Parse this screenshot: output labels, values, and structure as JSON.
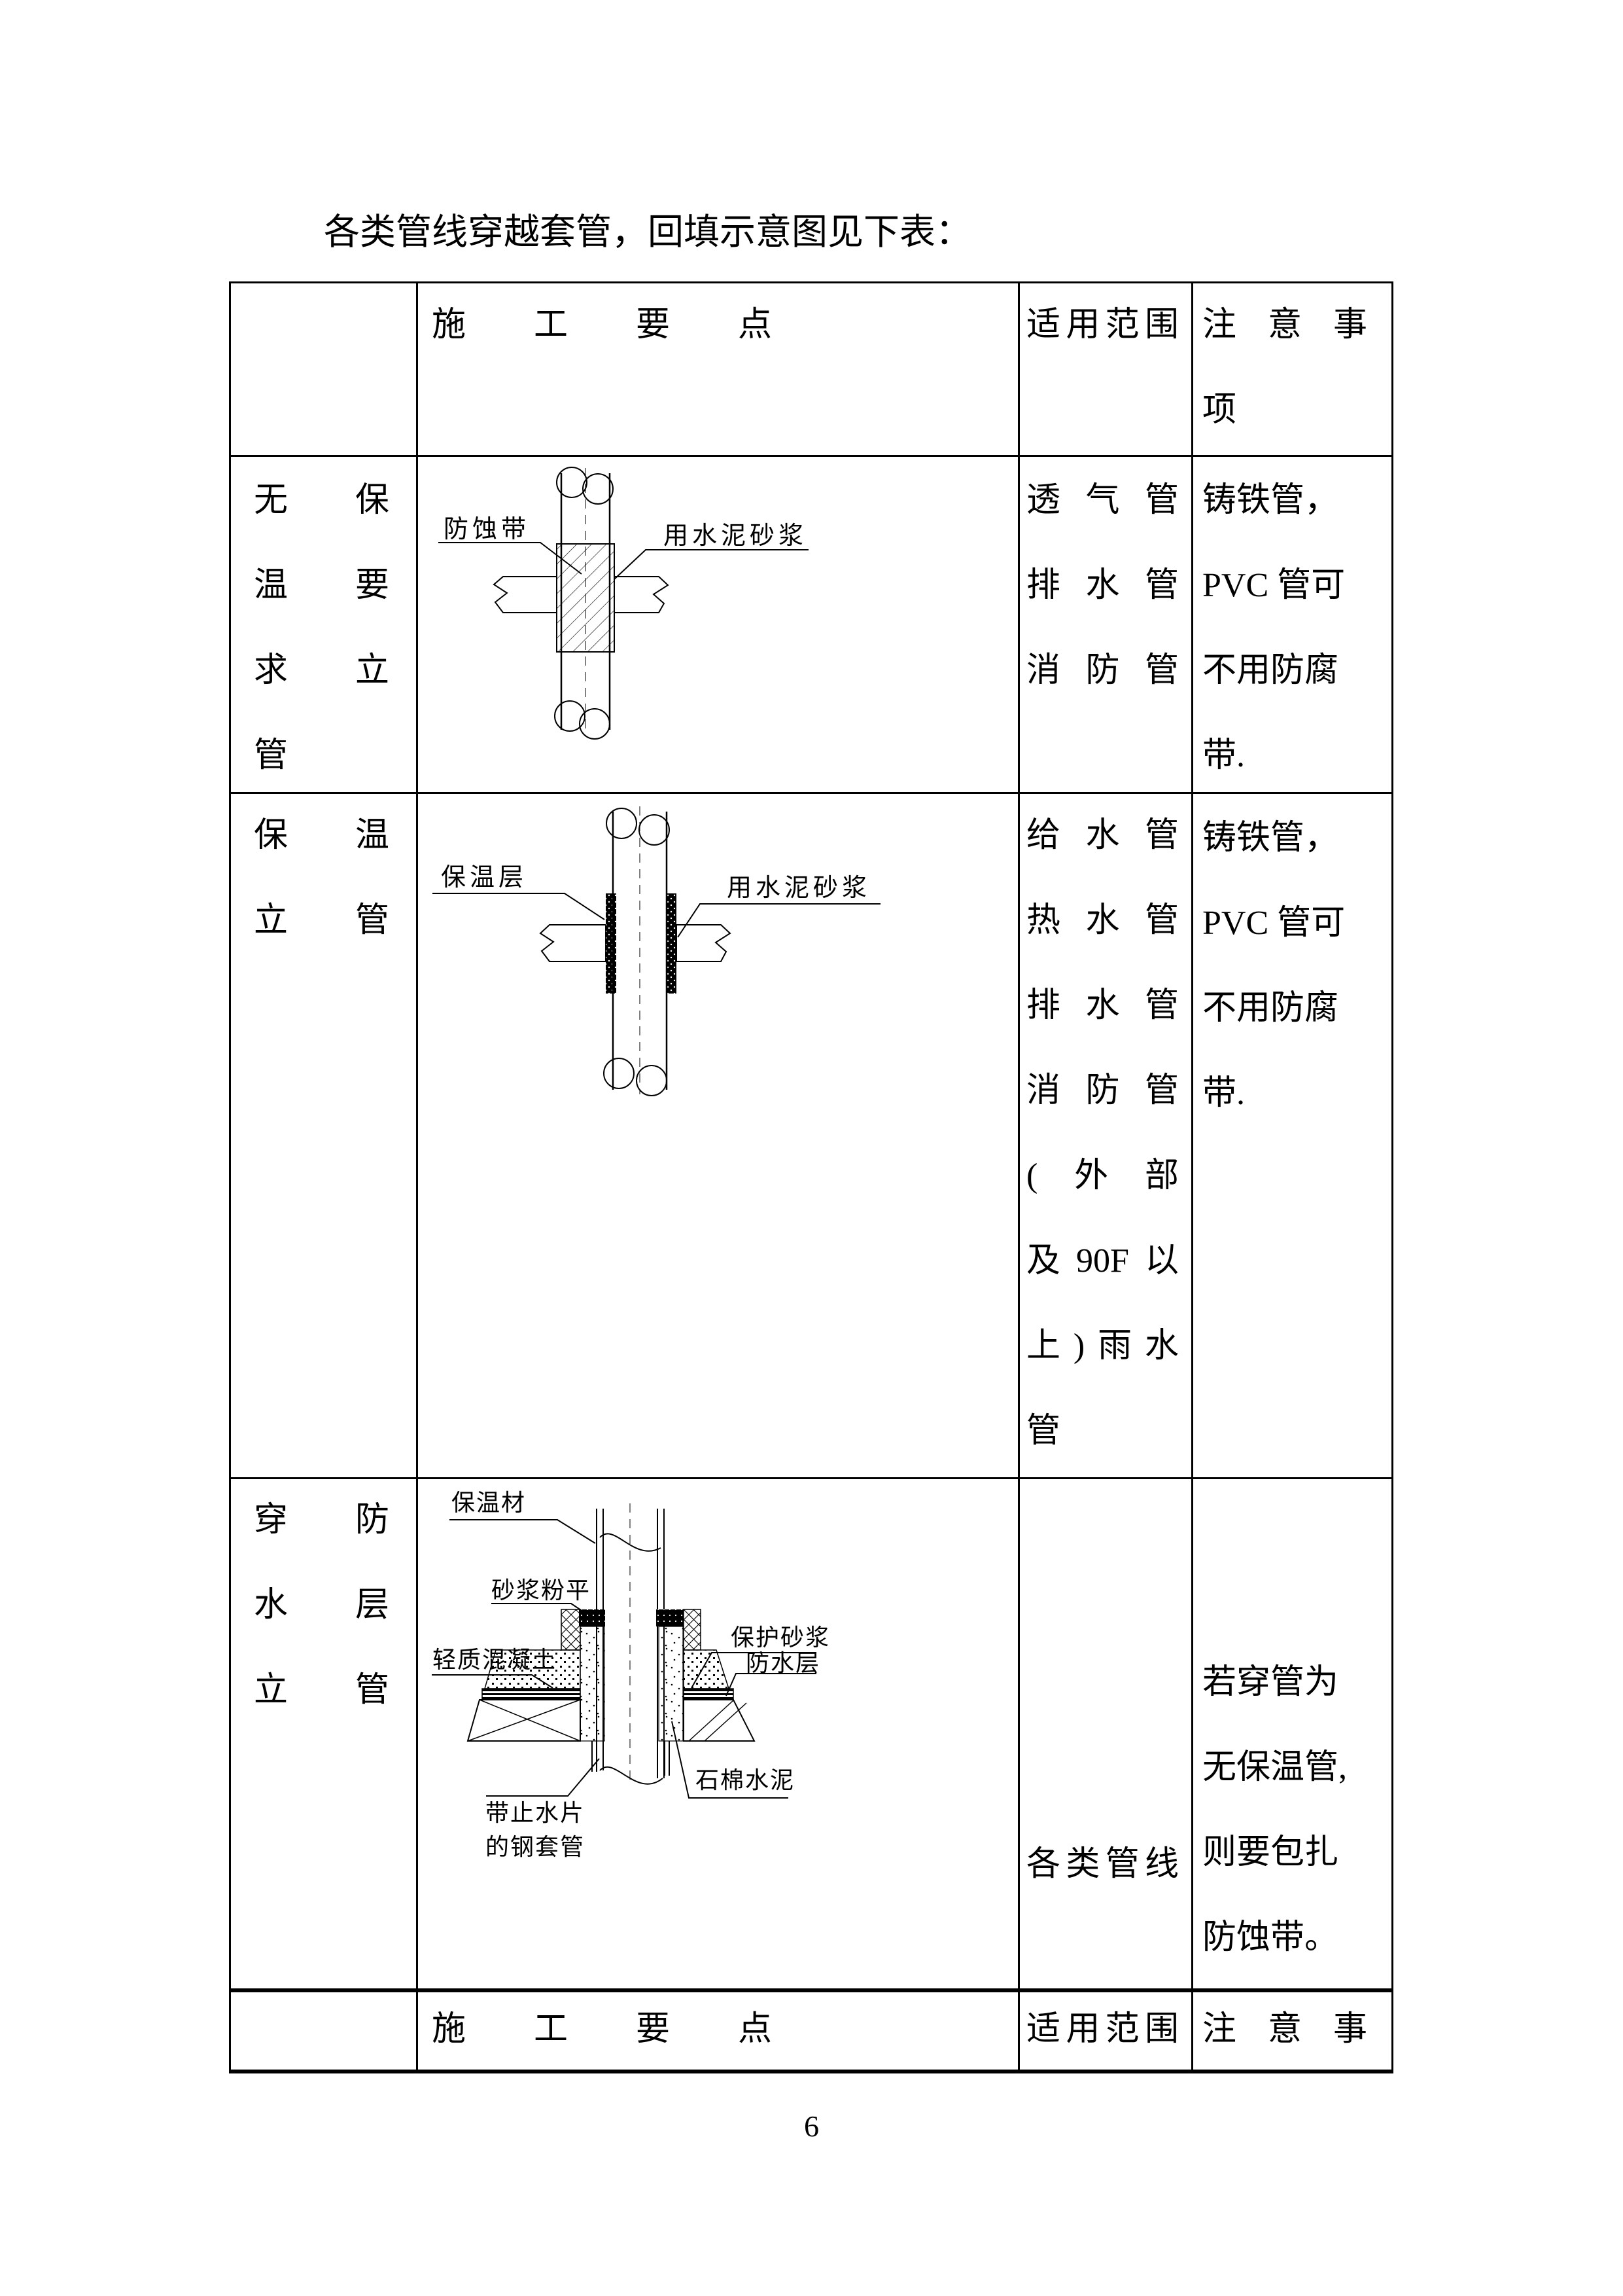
{
  "page": {
    "title": "各类管线穿越套管，回填示意图见下表：",
    "page_number": "6"
  },
  "colors": {
    "ink": "#000000",
    "paper": "#ffffff"
  },
  "table": {
    "header": {
      "col2": "施　　工　　要　　点",
      "col3": "适用范围",
      "col4_lines": [
        "注 意 事",
        "项"
      ]
    },
    "rows": [
      {
        "category_lines": [
          "无保",
          "温要",
          "求立",
          "管"
        ],
        "scope_lines": [
          "透气管",
          "排水管",
          "消防管"
        ],
        "note_lines": [
          "铸铁管，",
          "PVC 管可",
          "不用防腐",
          "带."
        ]
      },
      {
        "category_lines": [
          "保温",
          "立管"
        ],
        "scope_lines": [
          "给水管",
          "热水管",
          "排水管",
          "消防管",
          "(外部",
          "及90F以",
          "上)雨水",
          "管"
        ],
        "note_lines": [
          "铸铁管，",
          "PVC 管可",
          "不用防腐",
          "带."
        ]
      },
      {
        "category_lines": [
          "穿防",
          "水层",
          "立管"
        ],
        "scope_lines": [
          "各类管线"
        ],
        "note_lines": [
          "若穿管为",
          "无保温管,",
          "则要包扎",
          "防蚀带。"
        ]
      }
    ],
    "footer": {
      "col2": "施　　工　　要　　点",
      "col3": "适用范围",
      "col4": "注 意 事"
    }
  },
  "diagrams": {
    "no_insulation": {
      "label_left": "防蚀带",
      "label_right": "用水泥砂浆"
    },
    "insulated": {
      "label_left": "保温层",
      "label_right": "用水泥砂浆"
    },
    "waterproof": {
      "label_top": "保温材",
      "label_mortar": "砂浆粉平",
      "label_concrete": "轻质混凝土",
      "label_protect": "保护砂浆",
      "label_waterproof": "防水层",
      "label_sleeve_lines": [
        "带止水片",
        "的钢套管"
      ],
      "label_asbestos": "石棉水泥"
    }
  }
}
